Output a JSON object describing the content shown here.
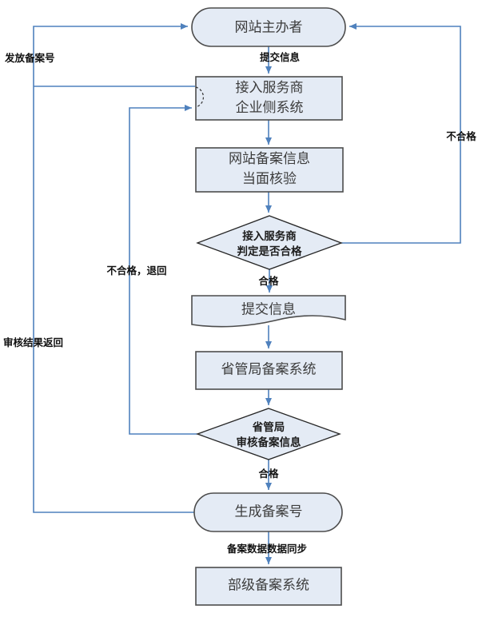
{
  "flowchart": {
    "nodes": {
      "organizer": {
        "label": "网站主办者"
      },
      "isp_system": {
        "line1": "接入服务商",
        "line2": "企业侧系统"
      },
      "verify": {
        "line1": "网站备案信息",
        "line2": "当面核验"
      },
      "isp_decision": {
        "line1": "接入服务商",
        "line2": "判定是否合格"
      },
      "submit_doc": {
        "label": "提交信息"
      },
      "provincial_system": {
        "label": "省管局备案系统"
      },
      "provincial_review": {
        "line1": "省管局",
        "line2": "审核备案信息"
      },
      "generate_number": {
        "label": "生成备案号"
      },
      "ministry_system": {
        "label": "部级备案系统"
      }
    },
    "edge_labels": {
      "submit_info": "提交信息",
      "qualified_1": "合格",
      "qualified_2": "合格",
      "unqualified_right": "不合格",
      "unqualified_return": "不合格，退回",
      "issue_number": "发放备案号",
      "review_result_return": "审核结果返回",
      "data_sync": "备案数据数据同步"
    },
    "colors": {
      "connector": "#4f81bd",
      "node_fill": "#e4ebf5",
      "node_border": "#4c4c4c",
      "diamond_border": "#262626",
      "label_text": "#111111",
      "node_text": "#3c3c3c"
    }
  }
}
